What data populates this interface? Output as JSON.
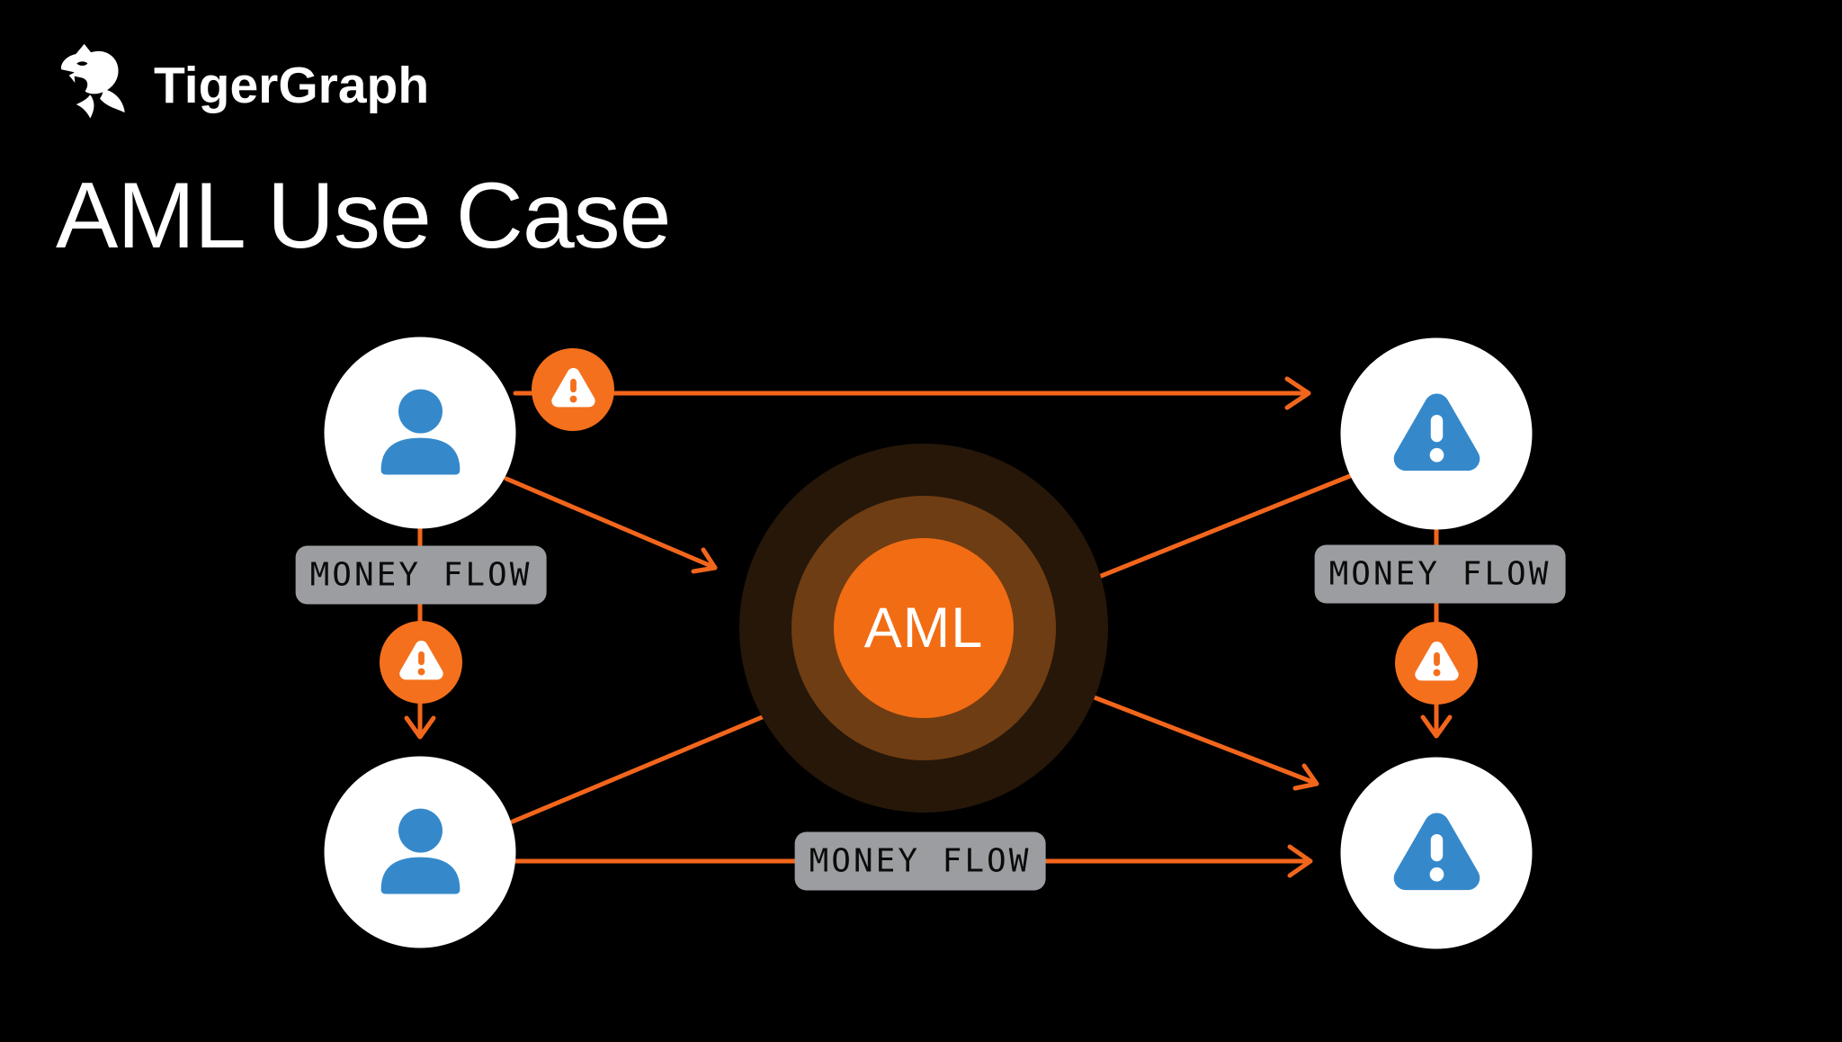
{
  "brand": {
    "name": "TigerGraph",
    "logo_icon": "tiger-icon"
  },
  "title": "AML Use Case",
  "colors": {
    "bg": "#000000",
    "white": "#FFFFFF",
    "orange": "#F4701D",
    "orange_line": "#F2661C",
    "orange_center": "#F26C13",
    "blue": "#3589CB",
    "label_bg": "#9B9DA0",
    "label_text": "#0B0B0B",
    "glow_mid": "#6F3D13",
    "glow_outer": "#261709"
  },
  "diagram": {
    "center_label": "AML",
    "nodes": [
      {
        "position": "top-left",
        "icon": "person-icon"
      },
      {
        "position": "top-right",
        "icon": "alert-triangle-icon"
      },
      {
        "position": "bottom-left",
        "icon": "person-icon"
      },
      {
        "position": "bottom-right",
        "icon": "alert-triangle-icon"
      }
    ],
    "edge_labels": [
      {
        "position": "left",
        "text": "MONEY FLOW"
      },
      {
        "position": "right",
        "text": "MONEY FLOW"
      },
      {
        "position": "bottom",
        "text": "MONEY FLOW"
      }
    ],
    "warning_badges": [
      {
        "position": "top-edge",
        "icon": "warning-triangle-icon"
      },
      {
        "position": "left-edge",
        "icon": "warning-triangle-icon"
      },
      {
        "position": "right-edge",
        "icon": "warning-triangle-icon"
      }
    ],
    "edges": [
      {
        "from": "person-top-left",
        "to": "alert-top-right",
        "arrow": true,
        "badge": "warning"
      },
      {
        "from": "person-top-left",
        "to": "aml-center",
        "arrow": true
      },
      {
        "from": "person-top-left",
        "to": "person-bottom-left",
        "arrow": true,
        "badge": "warning",
        "label": "MONEY FLOW"
      },
      {
        "from": "person-bottom-left",
        "to": "aml-center",
        "arrow": false
      },
      {
        "from": "person-bottom-left",
        "to": "alert-bottom-right",
        "arrow": true,
        "label": "MONEY FLOW"
      },
      {
        "from": "aml-center",
        "to": "alert-top-right",
        "arrow": false
      },
      {
        "from": "aml-center",
        "to": "alert-bottom-right",
        "arrow": true
      },
      {
        "from": "alert-top-right",
        "to": "alert-bottom-right",
        "arrow": true,
        "badge": "warning",
        "label": "MONEY FLOW"
      }
    ]
  }
}
